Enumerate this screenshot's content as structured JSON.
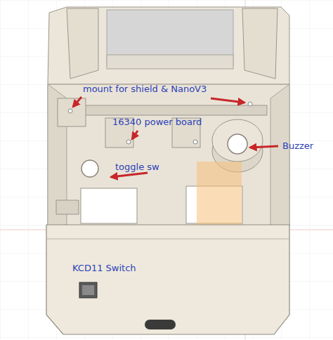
{
  "diagram": {
    "labels": [
      "mount for shield & NanoV3",
      "16340 power board",
      "toggle sw",
      "Buzzer",
      "KCD11 Switch"
    ]
  }
}
